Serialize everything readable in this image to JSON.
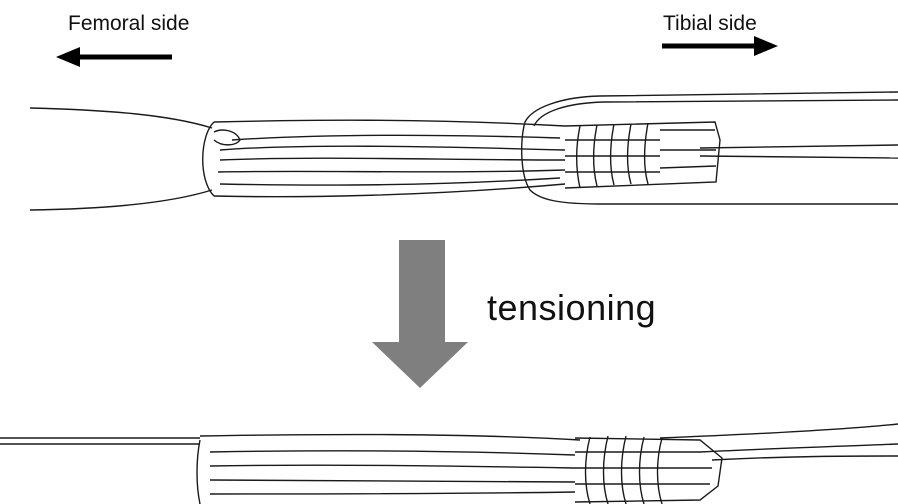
{
  "labels": {
    "femoral_side": "Femoral side",
    "tibial_side": "Tibial side",
    "process": "tensioning"
  },
  "colors": {
    "process_arrow": "#7f7f7f",
    "ink": "#1a1a1a",
    "direction_arrow": "#000000"
  },
  "icons": {
    "left": "arrow-left-icon",
    "right": "arrow-right-icon",
    "down": "arrow-down-icon"
  }
}
